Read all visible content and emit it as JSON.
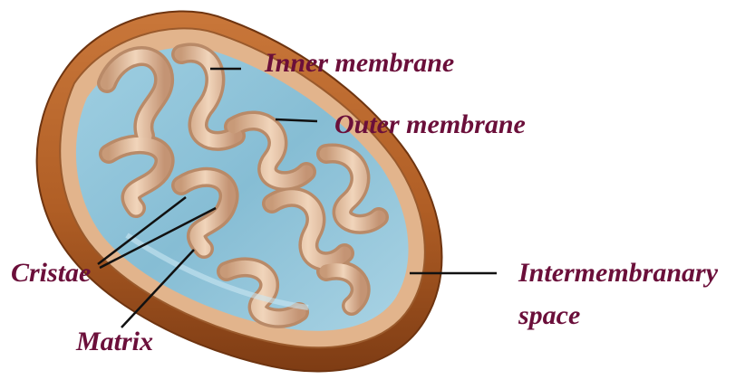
{
  "labels": {
    "inner_membrane": "Inner membrane",
    "outer_membrane": "Outer membrane",
    "intermembranary_line1": "Intermembranary",
    "intermembranary_line2": "space",
    "cristae": "Cristae",
    "matrix": "Matrix"
  },
  "colors": {
    "label_text": "#6b0f3a",
    "leader_line": "#111111",
    "outer_membrane": "#b8662c",
    "outer_membrane_dark": "#8a4419",
    "inner_membrane": "#e8c4a4",
    "inner_membrane_shadow": "#b98a68",
    "matrix": "#8fc3d8",
    "matrix_light": "#b6dbea",
    "background": "#ffffff"
  }
}
